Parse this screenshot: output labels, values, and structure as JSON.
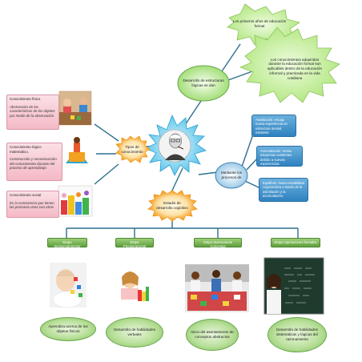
{
  "center": {
    "portrait_icon": "portrait-icon"
  },
  "nodes": {
    "tipos": "Tipos de conocimiento",
    "desarrollo_estructuras": "Desarrollo de estructuras lógicas se dan",
    "estadio_desarrollo": "Estadio de desarrollo cognitivo",
    "mediante_procesos": "Mediante los procesos de"
  },
  "clouds": {
    "primeros_anos": "Los primeros años de educación formal",
    "conocimientos_adquiridos": "Los conocimientos adquiridos durante la educación formal son aplicables dentro de la educación informal y practicada en la vida cotidiana"
  },
  "knowledge": [
    {
      "title": "Conocimiento físico",
      "desc": "Abstracción de las características de los objetos por medio de la observación"
    },
    {
      "title": "Conocimiento lógico matemático.",
      "desc": "Construcción y reconstrucción del conocimiento durante del proceso de aprendizaje."
    },
    {
      "title": "Conocimiento social",
      "desc": "Es la convivencia que tienen las personas unas con otras"
    }
  ],
  "processes": [
    "Asimilación: encaja nueva experiencia en estructura mental existente",
    "Acomodación: revisa esquemas existentes debido a nuevas experiencias.",
    "Equilibrio: busca estabilidad cognoscitiva a través de la asimilación y la acomodación."
  ],
  "stages": [
    {
      "name": "Etapa Sensomotromotor",
      "oval": "Aprendiza acerca de los objetos físicos"
    },
    {
      "name": "Etapa Preoperacional",
      "oval": "Desarrollo de habilidades verbales"
    },
    {
      "name": "Etapa Operaciones Concretas",
      "oval": "Inicio del asentamiento de conceptos abstractos"
    },
    {
      "name": "Etapa Operaciones formales",
      "oval": "Desarrollo de habilidades sistemáticas y lógicas del razonamiento"
    }
  ],
  "colors": {
    "line": "#2e6f8e",
    "starburst": "#f5a623",
    "cloud": "#c5ef9f"
  }
}
